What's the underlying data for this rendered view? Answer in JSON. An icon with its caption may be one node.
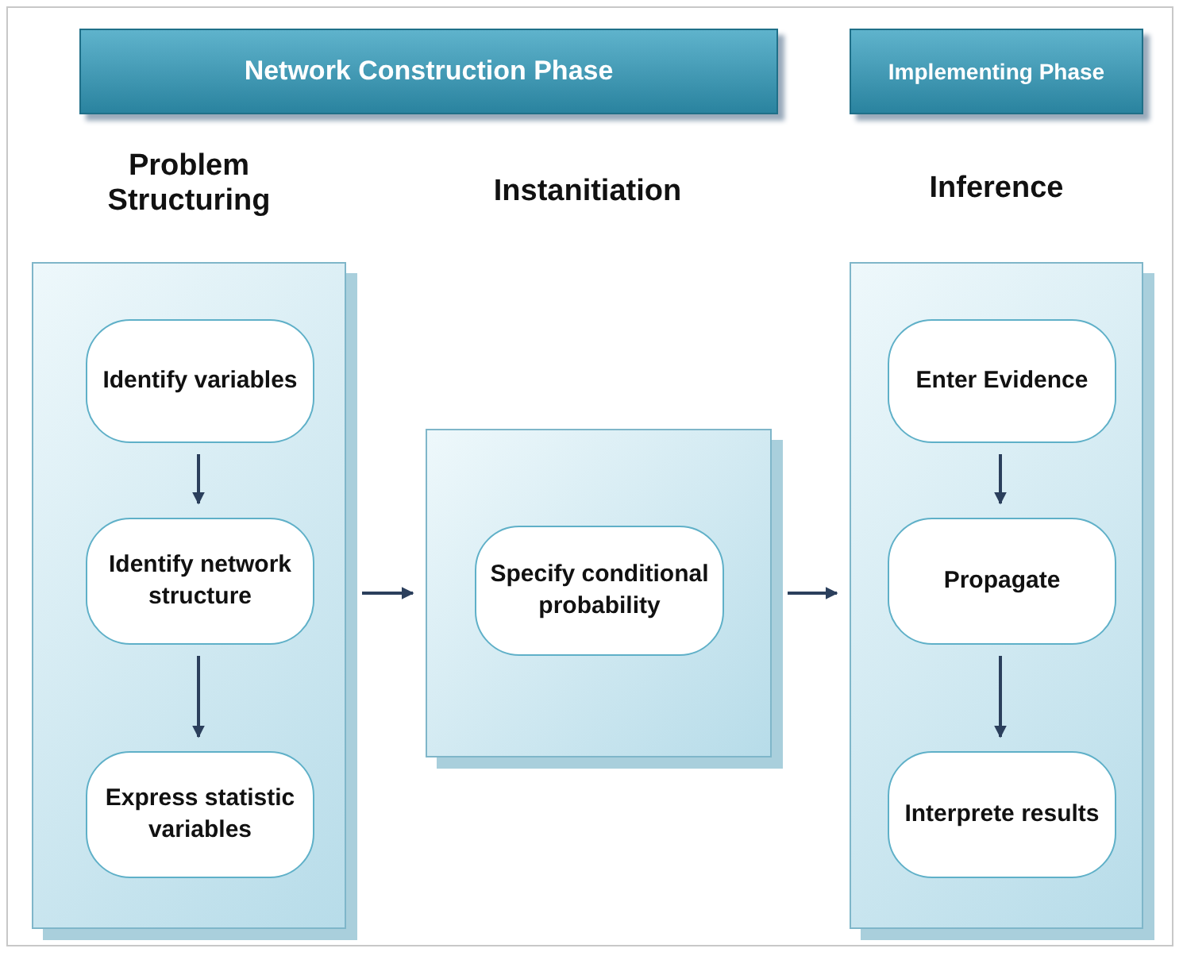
{
  "diagram": {
    "nodes": [
      {
        "text": [
          "Network Construction Phase"
        ]
      },
      {
        "text": [
          "Implementing Phase"
        ]
      },
      {
        "text": [
          "Problem Structuring"
        ]
      },
      {
        "text": [
          "Identify variables"
        ],
        "in": 2
      },
      {
        "text": [
          "Identify network structure"
        ],
        "in": 2
      },
      {
        "text": [
          "Express statistic variables"
        ],
        "in": 2
      },
      {
        "text": [],
        "shape": "box"
      },
      {
        "text": [
          "Specify conditional probability"
        ],
        "in": 6
      },
      {
        "text": [
          "Inference"
        ]
      },
      {
        "text": [
          "Enter Evidence"
        ],
        "in": 8
      },
      {
        "text": [
          "Propagate"
        ],
        "in": 8
      },
      {
        "text": [
          "Interprete results"
        ],
        "in": 8
      }
    ],
    "edges": [
      {
        "from": 3,
        "to": 4,
        "arrow": "to"
      },
      {
        "from": 4,
        "to": 5,
        "arrow": "to"
      },
      {
        "from": 2,
        "to": 6,
        "arrow": "to"
      },
      {
        "from": 6,
        "to": 8,
        "arrow": "to"
      },
      {
        "from": 9,
        "to": 10,
        "arrow": "to"
      },
      {
        "from": 10,
        "to": 11,
        "arrow": "to"
      }
    ],
    "labels": [
      "Instanitiation"
    ]
  }
}
